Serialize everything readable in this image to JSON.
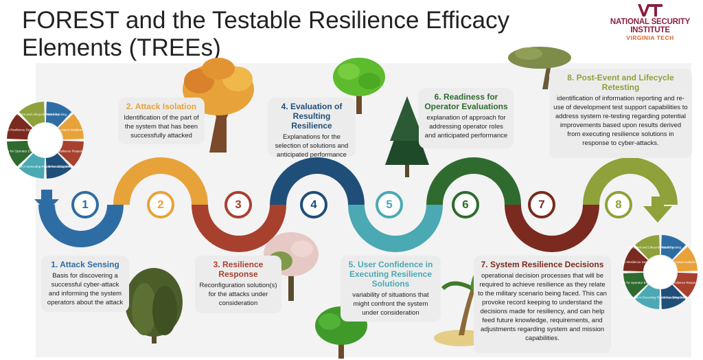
{
  "title": "FOREST and the Testable Resilience Efficacy Elements (TREEs)",
  "logo": {
    "mark": "VT",
    "line1": "NATIONAL SECURITY INSTITUTE",
    "line2": "VIRGINIA TECH"
  },
  "colors": {
    "s1": "#2e6da4",
    "s2": "#e8a23a",
    "s3": "#a8402e",
    "s4": "#1f4e79",
    "s5": "#4aa9b3",
    "s6": "#2f6b2f",
    "s7": "#7a2a1e",
    "s8": "#8ea13a"
  },
  "steps": [
    {
      "num": "1",
      "title": "1. Attack Sensing",
      "text": "Basis for discovering a successful cyber-attack and informing the system operators about the attack"
    },
    {
      "num": "2",
      "title": "2. Attack Isolation",
      "text": "Identification of the part of the system that has been successfully attacked"
    },
    {
      "num": "3",
      "title": "3. Resilience Response",
      "text": "Reconfiguration solution(s) for the attacks under consideration"
    },
    {
      "num": "4",
      "title": "4. Evaluation of Resulting Resilience",
      "text": "Explanations for the selection of solutions and anticipated performance"
    },
    {
      "num": "5",
      "title": "5. User Confidence in Executing Resilience Solutions",
      "text": "variability of situations that might confront the system under consideration"
    },
    {
      "num": "6",
      "title": "6. Readiness for Operator Evaluations",
      "text": "explanation of approach for addressing operator roles and anticipated performance"
    },
    {
      "num": "7",
      "title": "7. System Resilience Decisions",
      "text": "operational decision processes that will be required to achieve resilience as they relate to the military scenario being faced. This can provoke record keeping to understand the decisions made for resiliency, and can help feed future knowledge, requirements, and adjustments regarding system and mission capabilities."
    },
    {
      "num": "8",
      "title": "8. Post-Event and Lifecycle Retesting",
      "text": "identification of information reporting and re-use of development test support capabilities to address system re-testing regarding potential improvements based upon results derived from executing resilience solutions in response to cyber-attacks."
    }
  ],
  "wheel": {
    "segments": [
      "Attack Sensing",
      "Attack Isolation",
      "Resilience Response",
      "Evaluation of Resulting Resilience",
      "User Confidence in Executing Resilience Solutions",
      "Readiness for Operator Evaluations",
      "System Resilience Decisions",
      "Post-Event and Lifecycle Retesting"
    ]
  }
}
